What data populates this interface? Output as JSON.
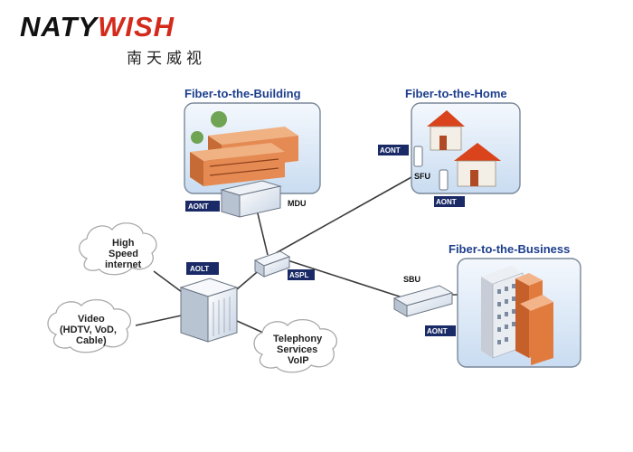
{
  "brand": {
    "name_part1": "NATY",
    "name_part2": "WISH",
    "subtitle": "南天威视"
  },
  "panels": {
    "building_title": "Fiber-to-the-Building",
    "home_title": "Fiber-to-the-Home",
    "business_title": "Fiber-to-the-Business"
  },
  "devices": {
    "mdu": "MDU",
    "sfu": "SFU",
    "sbu": "SBU",
    "aolt": "AOLT",
    "aspl": "ASPL",
    "aont": "AONT"
  },
  "clouds": {
    "internet": [
      "High",
      "Speed",
      "internet"
    ],
    "video": [
      "Video",
      "(HDTV, VoD,",
      "Cable)"
    ],
    "telephony": [
      "Telephony",
      "Services",
      "VoIP"
    ]
  },
  "colors": {
    "brand_red": "#d42a1c",
    "title_blue": "#1d3e8c",
    "tag_navy": "#1a2a66",
    "panel_sky": "#dbe8f6",
    "roof_red": "#d9441c",
    "building_orange": "#e58a52"
  }
}
